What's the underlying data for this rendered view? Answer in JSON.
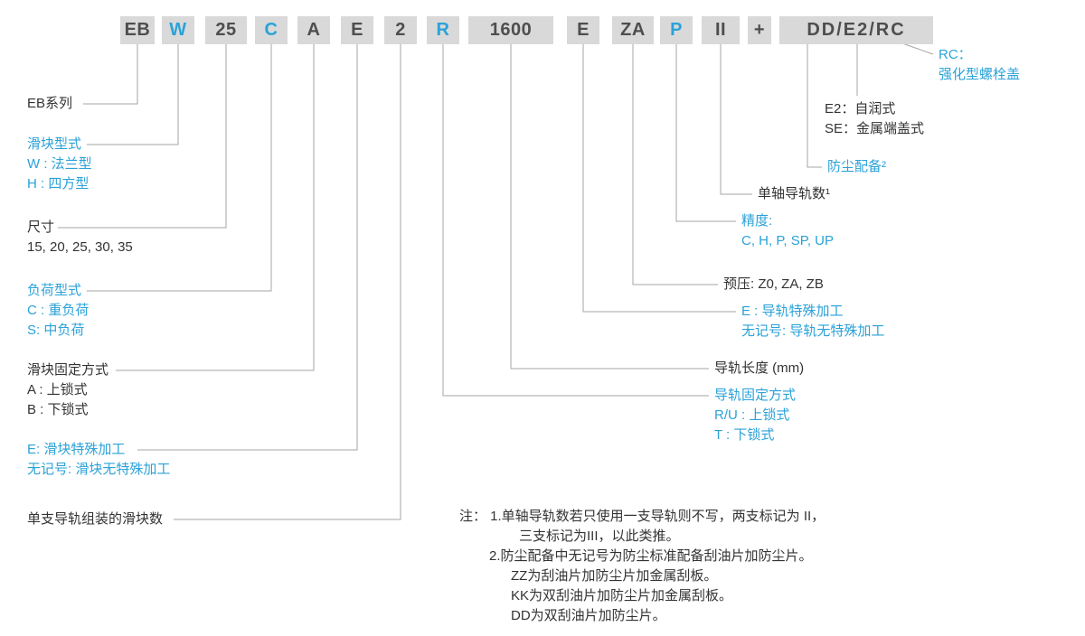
{
  "model_code": {
    "segments": [
      {
        "text": "EB"
      },
      {
        "text": "W"
      },
      {
        "text": "25"
      },
      {
        "text": "C"
      },
      {
        "text": "A"
      },
      {
        "text": "E"
      },
      {
        "text": "2"
      },
      {
        "text": "R"
      },
      {
        "text": "1600"
      },
      {
        "text": "E"
      },
      {
        "text": "ZA"
      },
      {
        "text": "P"
      },
      {
        "text": "II"
      },
      {
        "text": "+"
      },
      {
        "text": "DD/E2/RC"
      }
    ]
  },
  "callouts": {
    "series": {
      "line1": "EB系列"
    },
    "block_type": {
      "line1": "滑块型式",
      "line2": "W : 法兰型",
      "line3": "H : 四方型"
    },
    "size": {
      "line1": "尺寸",
      "line2": "15, 20, 25, 30, 35"
    },
    "load_type": {
      "line1": "负荷型式",
      "line2": "C : 重负荷",
      "line3": "S: 中负荷"
    },
    "block_mounting": {
      "line1": "滑块固定方式",
      "line2": "A : 上锁式",
      "line3": "B : 下锁式"
    },
    "block_special": {
      "line1": "E: 滑块特殊加工",
      "line2": "无记号: 滑块无特殊加工"
    },
    "blocks_per_rail": {
      "line1": "单支导轨组装的滑块数"
    },
    "rail_mounting": {
      "line1": "导轨固定方式",
      "line2": "R/U : 上锁式",
      "line3": "T : 下锁式"
    },
    "rail_length": {
      "line1": "导轨长度 (mm)"
    },
    "rail_special": {
      "line1": "E : 导轨特殊加工",
      "line2": "无记号: 导轨无特殊加工"
    },
    "preload": {
      "line1": "预压: Z0, ZA, ZB"
    },
    "accuracy": {
      "line1": "精度:",
      "line2": "C, H, P, SP, UP"
    },
    "rail_count": {
      "line1": "单轴导轨数¹"
    },
    "dust_protection": {
      "line1": "防尘配备²"
    },
    "lubrication": {
      "line1": "E2：自润式",
      "line2": "SE：金属端盖式"
    },
    "bolt_cap": {
      "line1": "RC：",
      "line2": "强化型螺栓盖"
    }
  },
  "notes": {
    "line1": "注： 1.单轴导轨数若只使用一支导轨则不写，两支标记为 II，",
    "line2": "三支标记为III，以此类推。",
    "line3": "2.防尘配备中无记号为防尘标准配备刮油片加防尘片。",
    "line4": "ZZ为刮油片加防尘片加金属刮板。",
    "line5": "KK为双刮油片加防尘片加金属刮板。",
    "line6": "DD为双刮油片加防尘片。"
  },
  "colors": {
    "accent_blue": "#2ba2d8",
    "text_dark": "#333333",
    "segment_background": "#d9d9d9",
    "connector_gray": "#a6a6a6"
  }
}
